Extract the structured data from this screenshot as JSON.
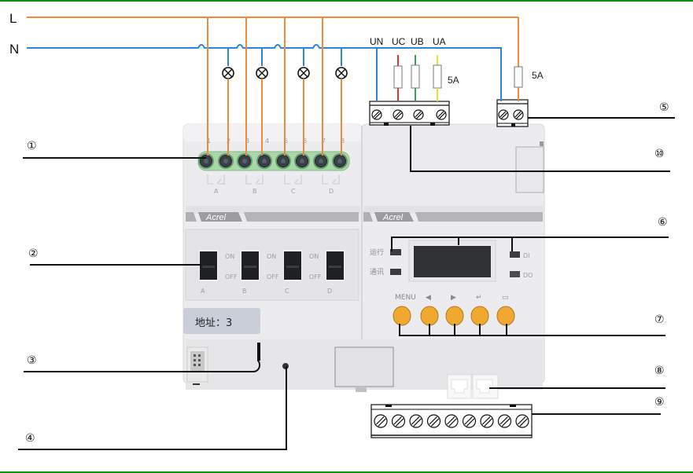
{
  "diagram": {
    "type": "wiring-diagram",
    "subject": "Intelligent lighting control module (relay switch + meter module)",
    "bus_lines": {
      "live": "L",
      "neutral": "N"
    },
    "colors": {
      "live_wire": "#ee8a3a",
      "neutral_wire": "#2a84e0",
      "phase_c_wire": "#e03030",
      "phase_b_wire": "#30a850",
      "phase_a_wire": "#f0e020",
      "frame": "#119011",
      "button": "#f0a830",
      "terminal_green": "#a8d8a8"
    },
    "voltage_inputs": {
      "labels": [
        "UN",
        "UC",
        "UB",
        "UA"
      ],
      "fuse_rating": "5A"
    },
    "power_fuse_rating": "5A",
    "lamps_count": 4,
    "relay_module": {
      "terminal_numbers": [
        "1",
        "2",
        "3",
        "4",
        "5",
        "6",
        "7",
        "8"
      ],
      "channels": [
        "A",
        "B",
        "C",
        "D"
      ],
      "switch_on_label": "ON",
      "switch_off_label": "OFF",
      "address_label": "地址：3",
      "brand": "Acrel"
    },
    "display_module": {
      "brand": "Acrel",
      "indicators": {
        "run": "运行",
        "comm": "通讯",
        "di": "DI",
        "do": "DO"
      },
      "buttons": [
        "MENU",
        "◀",
        "▶",
        "↵",
        "▭"
      ]
    },
    "callouts": [
      "①",
      "②",
      "③",
      "④",
      "⑤",
      "⑥",
      "⑦",
      "⑧",
      "⑨",
      "⑩"
    ]
  }
}
